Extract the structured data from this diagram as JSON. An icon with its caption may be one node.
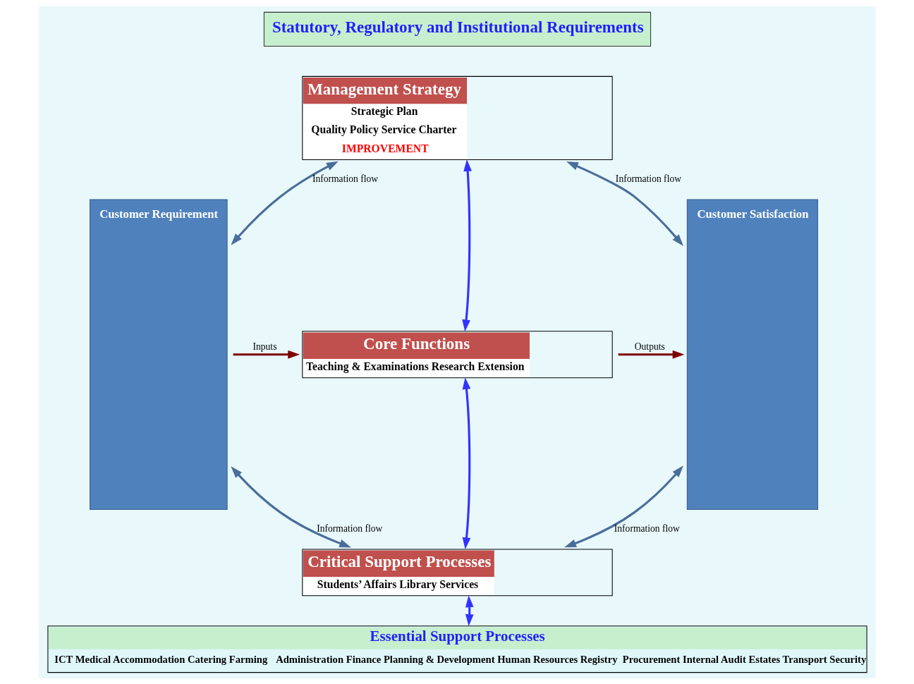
{
  "diagram": {
    "nodes": [
      {
        "text": [
          "Statutory, Regulatory and Institutional Requirements"
        ]
      },
      {
        "text": [
          "Customer Requirement"
        ]
      },
      {
        "text": [
          "Management Strategy",
          "Strategic Plan",
          "Quality Policy Service Charter",
          "IMPROVEMENT"
        ]
      },
      {
        "text": [
          "Core Functions",
          "Teaching & Examinations Research Extension"
        ]
      },
      {
        "text": [
          "Critical Support Processes",
          "Students’ Affairs Library Services"
        ]
      },
      {
        "text": [
          "Customer Satisfaction"
        ]
      },
      {
        "text": [
          "Essential Support Processes",
          "ICT Medical Accommodation Catering Farming",
          "Administration Finance Planning & Development Human Resources Registry",
          "Procurement Internal Audit Estates Transport Security"
        ]
      }
    ],
    "edges": [
      {
        "from": 1,
        "to": 2,
        "arrow": "both",
        "label": "Information flow"
      },
      {
        "from": 2,
        "to": 5,
        "arrow": "both",
        "label": "Information flow"
      },
      {
        "from": 1,
        "to": 3,
        "arrow": "to",
        "label": "Inputs",
        "color": "#7f0000"
      },
      {
        "from": 3,
        "to": 5,
        "arrow": "to",
        "label": "Outputs",
        "color": "#7f0000"
      },
      {
        "from": 2,
        "to": 3,
        "arrow": "both",
        "color": "#3333ff"
      },
      {
        "from": 1,
        "to": 4,
        "arrow": "both",
        "label": "Information flow"
      },
      {
        "from": 4,
        "to": 5,
        "arrow": "both",
        "label": "Information flow"
      },
      {
        "from": 3,
        "to": 4,
        "arrow": "both",
        "color": "#3333ff"
      },
      {
        "from": 4,
        "to": 6,
        "arrow": "both",
        "color": "#3333ff"
      }
    ]
  }
}
